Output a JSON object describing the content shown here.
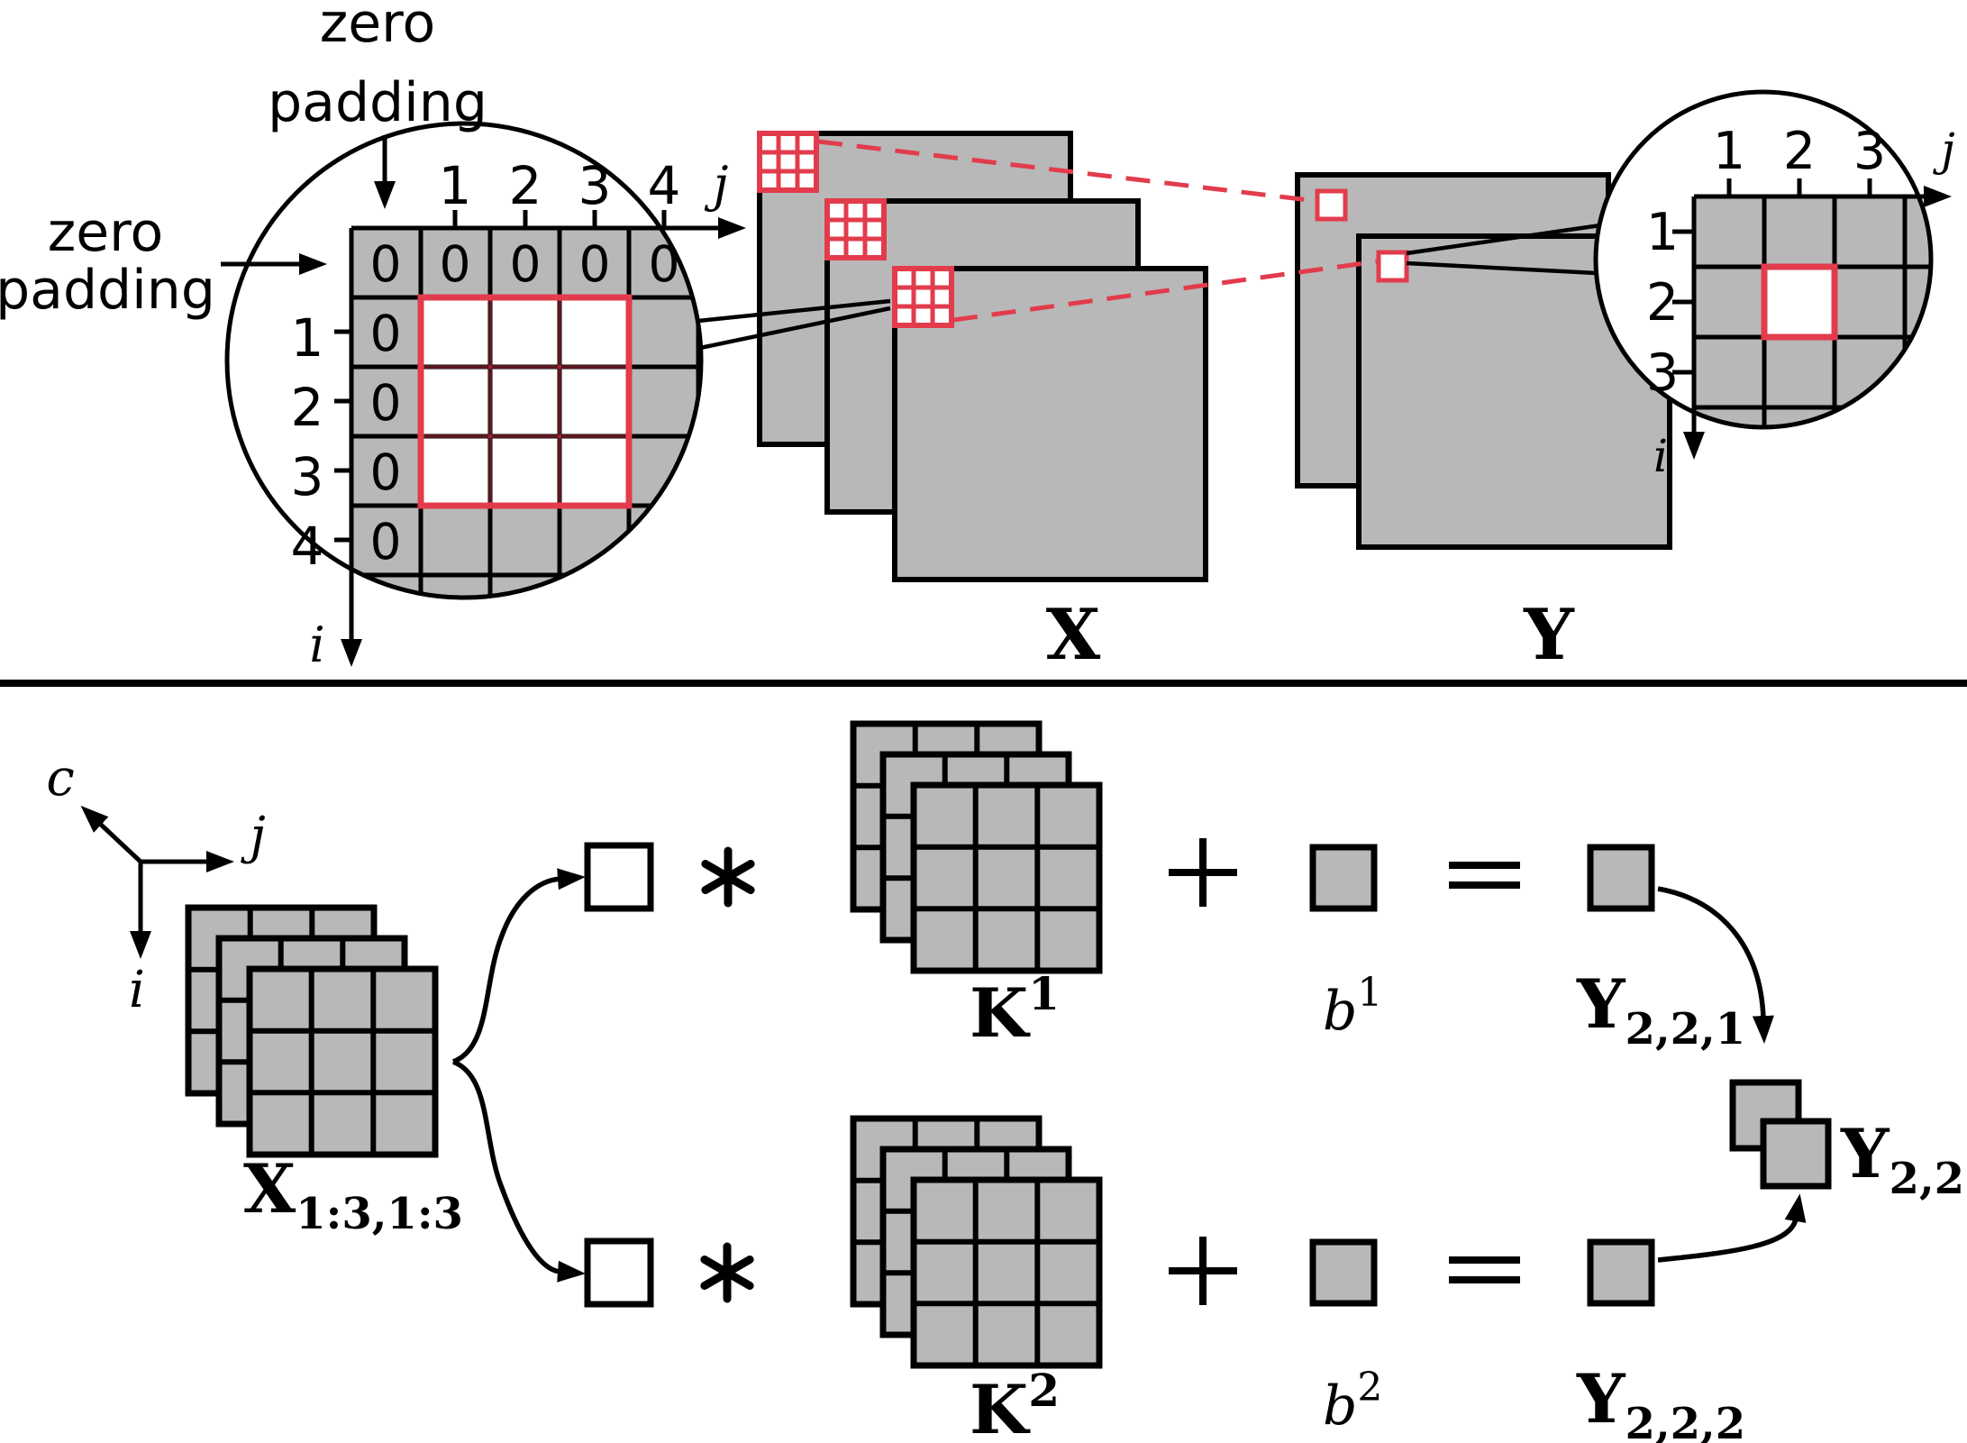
{
  "colors": {
    "surface_gray": "#b8b8b8",
    "accent_red": "#e23c4c",
    "line_black": "#000000",
    "background": "#ffffff"
  },
  "operators": {
    "convolution": "∗",
    "plus": "+",
    "equals": "="
  },
  "top_panel": {
    "zero_padding_top": {
      "line1": "zero",
      "line2": "padding"
    },
    "zero_padding_left": {
      "line1": "zero",
      "line2": "padding"
    },
    "padded_grid": {
      "column_labels": [
        "1",
        "2",
        "3",
        "4"
      ],
      "row_labels": [
        "1",
        "2",
        "3",
        "4"
      ],
      "top_zeros": [
        "0",
        "0",
        "0",
        "0",
        "0"
      ],
      "left_zeros": [
        "0",
        "0",
        "0",
        "0"
      ],
      "j_axis": "j",
      "i_axis": "i"
    },
    "input_label": "X",
    "output_label": "Y",
    "output_grid": {
      "column_labels": [
        "1",
        "2",
        "3"
      ],
      "row_labels": [
        "1",
        "2",
        "3"
      ],
      "j_axis": "j",
      "i_axis": "i"
    }
  },
  "bottom_panel": {
    "axes": {
      "c": "c",
      "j": "j",
      "i": "i"
    },
    "input_slice": {
      "base": "X",
      "subscript": "1:3,1:3"
    },
    "kernel_1": {
      "base": "K",
      "superscript": "1"
    },
    "kernel_2": {
      "base": "K",
      "superscript": "2"
    },
    "bias_1": {
      "base": "b",
      "superscript": "1"
    },
    "bias_2": {
      "base": "b",
      "superscript": "2"
    },
    "output_1": {
      "base": "Y",
      "subscript": "2,2,1"
    },
    "output_2": {
      "base": "Y",
      "subscript": "2,2,2"
    },
    "output_combined": {
      "base": "Y",
      "subscript": "2,2"
    }
  }
}
